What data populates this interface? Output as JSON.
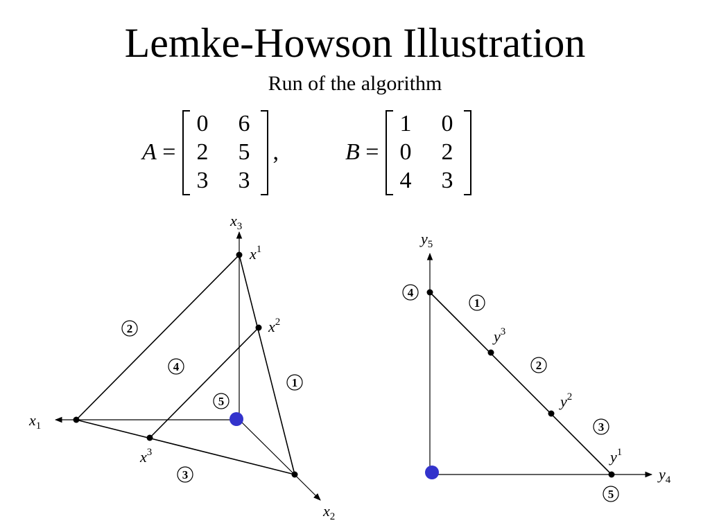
{
  "title": "Lemke-Howson Illustration",
  "subtitle": "Run of the algorithm",
  "matrices": {
    "A": {
      "name": "A",
      "rows": [
        [
          "0",
          "6"
        ],
        [
          "2",
          "5"
        ],
        [
          "3",
          "3"
        ]
      ]
    },
    "B": {
      "name": "B",
      "rows": [
        [
          "1",
          "0"
        ],
        [
          "0",
          "2"
        ],
        [
          "4",
          "3"
        ]
      ]
    }
  },
  "left_diagram": {
    "axes": {
      "x1": {
        "base": "x",
        "sub": "1"
      },
      "x2": {
        "base": "x",
        "sub": "2"
      },
      "x3": {
        "base": "x",
        "sub": "3"
      }
    },
    "points": {
      "p1": {
        "base": "x",
        "sup": "1"
      },
      "p2": {
        "base": "x",
        "sup": "2"
      },
      "p3": {
        "base": "x",
        "sup": "3"
      }
    },
    "regions": [
      "2",
      "4",
      "1",
      "5",
      "3"
    ]
  },
  "right_diagram": {
    "axes": {
      "y4": {
        "base": "y",
        "sub": "4"
      },
      "y5": {
        "base": "y",
        "sub": "5"
      }
    },
    "points": {
      "p1": {
        "base": "y",
        "sup": "1"
      },
      "p2": {
        "base": "y",
        "sup": "2"
      },
      "p3": {
        "base": "y",
        "sup": "3"
      }
    },
    "regions": [
      "4",
      "1",
      "2",
      "3",
      "5"
    ]
  },
  "colors": {
    "origin_dot": "#3333cc",
    "ink": "#000000"
  }
}
